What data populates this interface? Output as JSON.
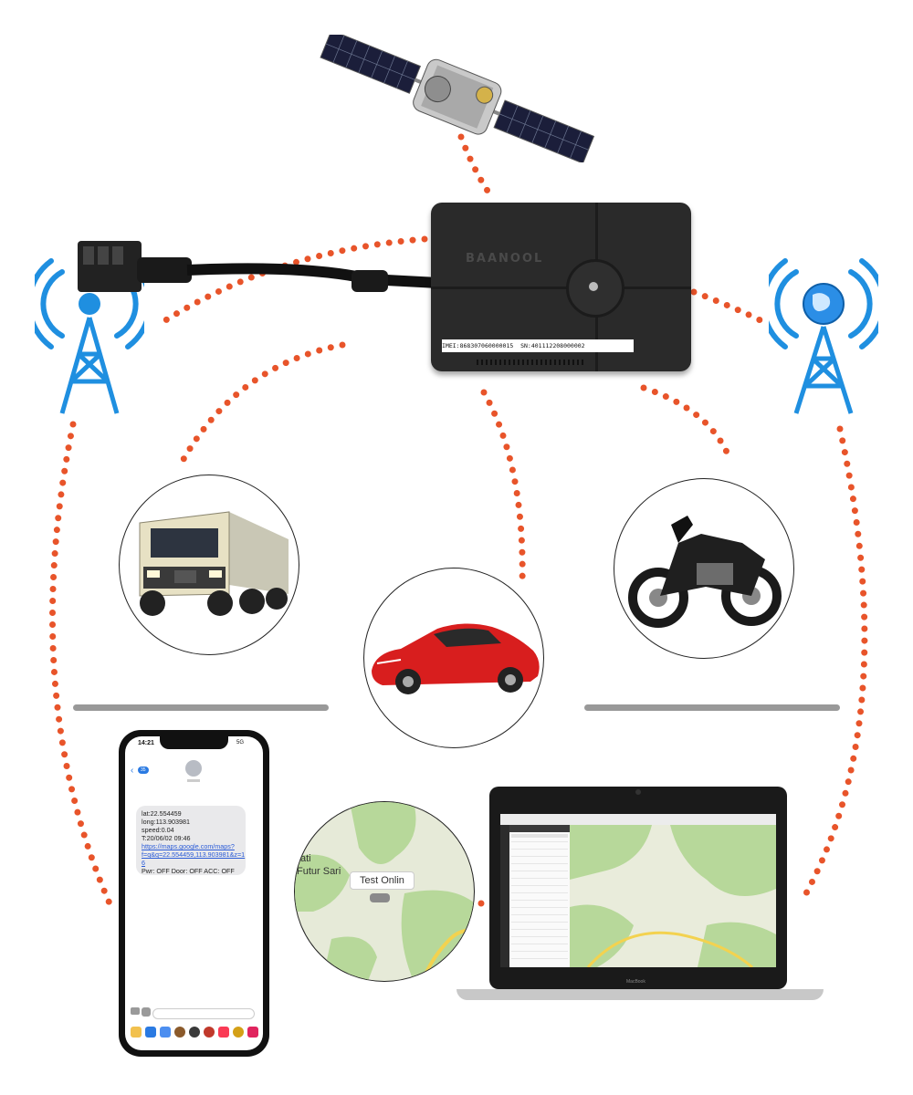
{
  "device": {
    "brand": "BAANOOL",
    "imei_label": "IMEI:",
    "imei": "868307060000015",
    "sn_label": "SN:",
    "sn": "401112208000002"
  },
  "phone": {
    "time": "14:21",
    "network": "5G",
    "back_badge": "35",
    "sms": {
      "lat": "lat:22.554459",
      "long": "long:113.903981",
      "speed": "speed:0.04",
      "t": "T:20/06/02 09:46",
      "link_1": "https://maps.google.com/maps?",
      "link_2": "f=q&q=22.554459,113.903981&z=1",
      "link_3": "6",
      "status": "Pwr: OFF Door: OFF ACC: OFF"
    }
  },
  "map_circle": {
    "label_1": "ati",
    "label_2": "Futur Sari",
    "popup": "Test Onlin"
  },
  "laptop": {
    "brand": "MacBook"
  },
  "colors": {
    "dots": "#e8542a",
    "divider": "#999999",
    "tower_blue": "#1f8fe0",
    "device_body": "#2a2a2a",
    "car_red": "#d81e1e",
    "map_green": "#b7d89a"
  },
  "icons": [
    "satellite-icon",
    "signal-tower-icon",
    "globe-icon",
    "truck-icon",
    "car-icon",
    "motorcycle-icon"
  ]
}
